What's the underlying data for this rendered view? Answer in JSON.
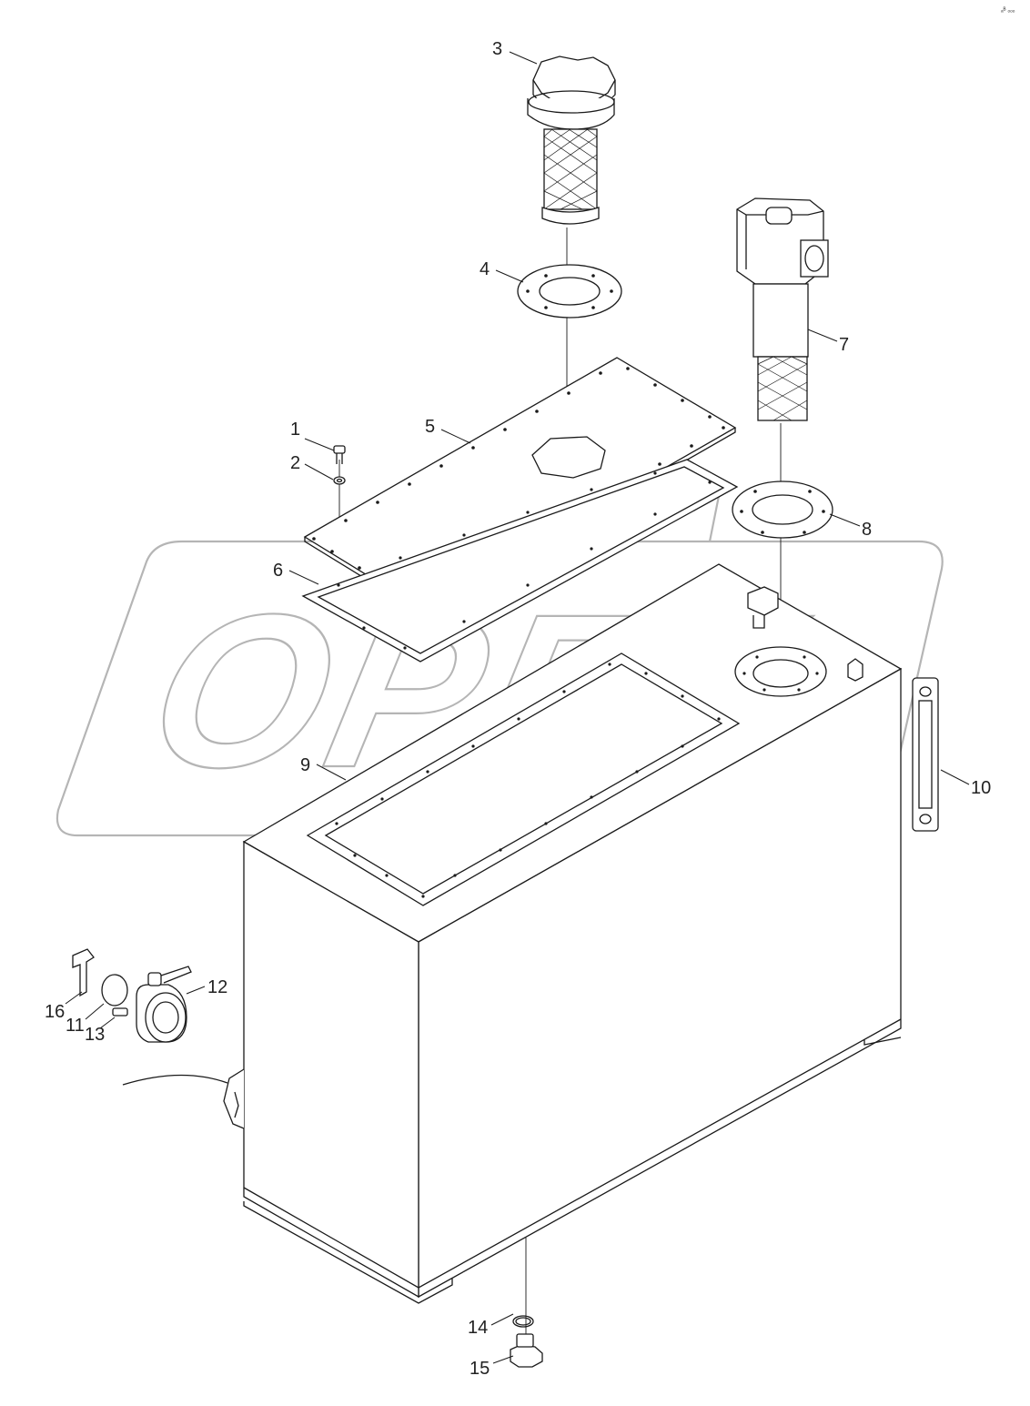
{
  "corner_mark": "ₐᴮ ₒₒₒ",
  "watermark": {
    "text": "OPEX"
  },
  "callouts": [
    {
      "id": "1",
      "label": "1"
    },
    {
      "id": "2",
      "label": "2"
    },
    {
      "id": "3",
      "label": "3"
    },
    {
      "id": "4",
      "label": "4"
    },
    {
      "id": "5",
      "label": "5"
    },
    {
      "id": "6",
      "label": "6"
    },
    {
      "id": "7",
      "label": "7"
    },
    {
      "id": "8",
      "label": "8"
    },
    {
      "id": "9",
      "label": "9"
    },
    {
      "id": "10",
      "label": "10"
    },
    {
      "id": "11",
      "label": "11"
    },
    {
      "id": "12",
      "label": "12"
    },
    {
      "id": "13",
      "label": "13"
    },
    {
      "id": "14",
      "label": "14"
    },
    {
      "id": "15",
      "label": "15"
    },
    {
      "id": "16",
      "label": "16"
    }
  ]
}
